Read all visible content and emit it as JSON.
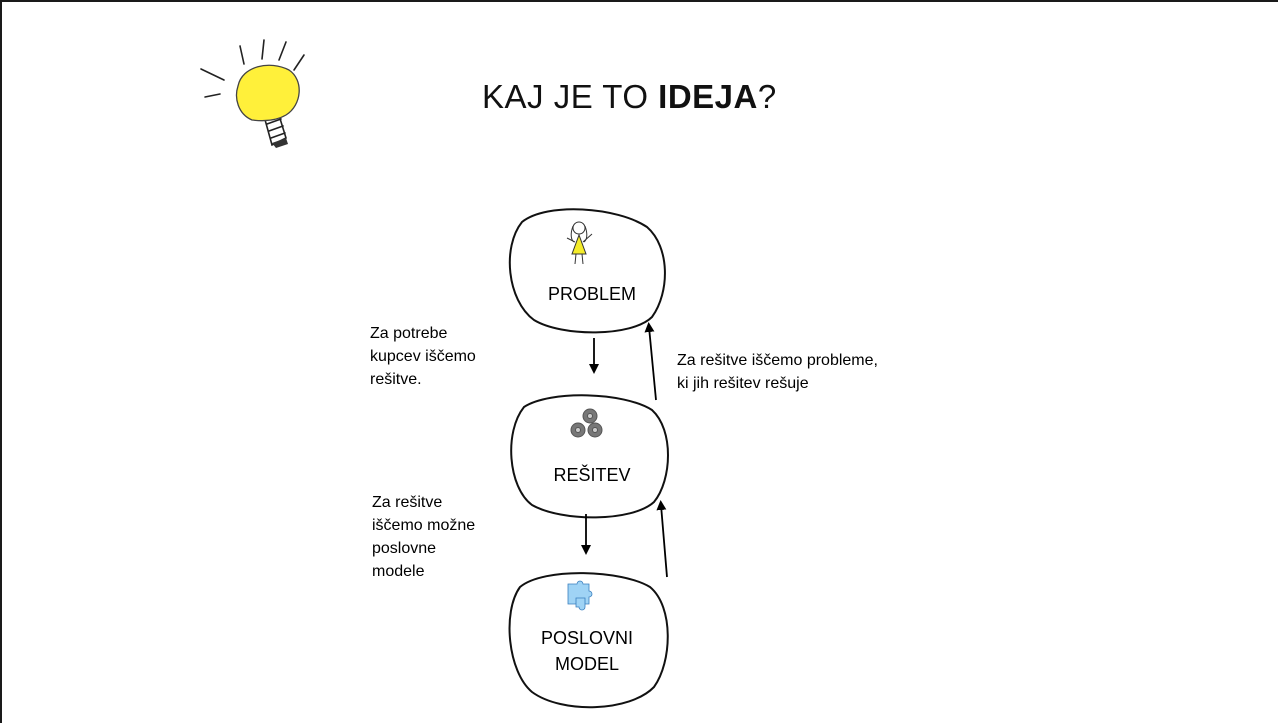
{
  "title": {
    "plain": "KAJ JE TO ",
    "bold": "IDEJA",
    "suffix": "?"
  },
  "nodes": {
    "problem": {
      "label": "PROBLEM",
      "icon": "girl-icon"
    },
    "solution": {
      "label": "REŠITEV",
      "icon": "gears-icon"
    },
    "business_model": {
      "label_line1": "POSLOVNI",
      "label_line2": "MODEL",
      "icon": "puzzle-icon"
    }
  },
  "notes": {
    "problem_to_solution": [
      "Za potrebe",
      "kupcev iščemo",
      "rešitve."
    ],
    "solution_to_problem": [
      "Za rešitve iščemo probleme,",
      "ki jih rešitev rešuje"
    ],
    "solution_to_model": [
      "Za rešitve",
      "iščemo možne",
      "poslovne",
      "modele"
    ]
  },
  "colors": {
    "bulb": "#fff03a",
    "puzzle": "#9fd3f5",
    "dress": "#f4ec2a",
    "gear": "#777777"
  }
}
